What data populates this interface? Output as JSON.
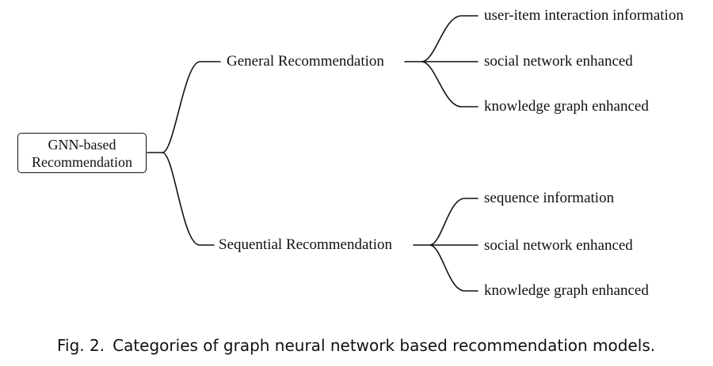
{
  "root": {
    "line1": "GNN-based",
    "line2": "Recommendation"
  },
  "branches": [
    {
      "label": "General Recommendation",
      "children": [
        "user-item interaction information",
        "social network enhanced",
        "knowledge graph enhanced"
      ]
    },
    {
      "label": "Sequential Recommendation",
      "children": [
        "sequence information",
        "social network enhanced",
        "knowledge graph enhanced"
      ]
    }
  ],
  "caption": {
    "label": "Fig. 2.",
    "text": "Categories of graph neural network based recommendation models."
  },
  "colors": {
    "line": "#111111",
    "text": "#111111",
    "background": "#ffffff"
  }
}
